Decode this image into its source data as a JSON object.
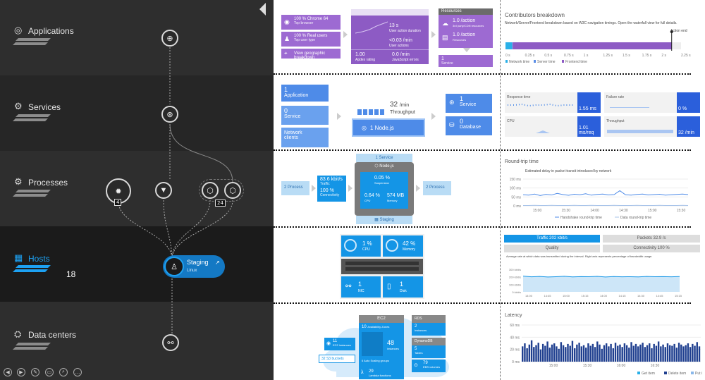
{
  "tiers": [
    {
      "label": "Applications"
    },
    {
      "label": "Services"
    },
    {
      "label": "Processes"
    },
    {
      "label": "Hosts",
      "count": "18"
    },
    {
      "label": "Data centers"
    }
  ],
  "processes": {
    "badge1": "4",
    "badge2": "24"
  },
  "host": {
    "name": "Staging",
    "os": "Linux"
  },
  "icons": {
    "collapse": "caret-left-icon",
    "gear": "gear-icon",
    "globe": "globe-icon",
    "host": "linux-icon"
  },
  "app": {
    "browser": {
      "pct": "100 %",
      "name": "Chrome 64",
      "sub": "Top browser"
    },
    "users": {
      "pct": "100 %",
      "name": "Real users",
      "sub": "Top user type"
    },
    "geo": "View geographic breakdown",
    "duration": {
      "value": "13 s",
      "sub": "User action duration"
    },
    "actions": {
      "value": "<0.03 /min",
      "sub": "User actions"
    },
    "apdex": {
      "value": "1.00",
      "sub": "Apdex rating"
    },
    "errors": {
      "value": "0.0 /min",
      "sub": "JavaScript errors"
    },
    "resources_title": "Resources",
    "res1": {
      "value": "1.0 /action",
      "sub": "3rd party/CDN resources"
    },
    "res2": {
      "value": "1.0 /action",
      "sub": "Resources"
    },
    "service": {
      "value": "1",
      "sub": "Service"
    }
  },
  "contrib": {
    "title": "Contributors breakdown",
    "desc": "Network/Server/Frontend breakdown based on W3C navigation timings. Open the waterfall view for full details.",
    "action_end": "Action end",
    "ticks": [
      "0 s",
      "0.25 s",
      "0.5 s",
      "0.75 s",
      "1 s",
      "1.25 s",
      "1.5 s",
      "1.75 s",
      "2 s",
      "2.25 s"
    ],
    "legend": [
      "Network time",
      "Server time",
      "Frontend time"
    ],
    "network": 0.03,
    "server": 0.003,
    "total": 2.13
  },
  "svc": {
    "application": {
      "value": "1",
      "label": "Application"
    },
    "service": {
      "value": "0",
      "label": "Service"
    },
    "network": {
      "label": "Network clients"
    },
    "throughput": {
      "value": "32",
      "unit": "/min",
      "label": "Throughput"
    },
    "node": "1 Node.js",
    "out_service": {
      "value": "1",
      "label": "Service"
    },
    "database": {
      "value": "0",
      "label": "Database"
    }
  },
  "metrics": {
    "response": {
      "label": "Response time",
      "value": "1.55 ms"
    },
    "failure": {
      "label": "Failure rate",
      "value": "0 %"
    },
    "cpu": {
      "label": "CPU",
      "value": "1.01 ms/req"
    },
    "throughput": {
      "label": "Throughput",
      "value": "32 /min"
    }
  },
  "proc": {
    "in": "2 Process",
    "suspension": {
      "value": "0.05 %",
      "sub": "Suspension"
    },
    "traffic": {
      "value": "83.6 kbit/s",
      "sub": "Traffic"
    },
    "connectivity": {
      "value": "100 %",
      "sub": "Connectivity"
    },
    "cpu": {
      "value": "0.64 %",
      "sub": "CPU"
    },
    "memory": {
      "value": "574 MB",
      "sub": "Memory"
    },
    "top": "1 Service",
    "node": "Node.js",
    "host": "Staging",
    "out": "2 Process"
  },
  "rtt": {
    "title": "Round-trip time",
    "sub": "Estimated delay in packet transit introduced by network",
    "yticks": [
      "150 ms",
      "100 ms",
      "50 ms",
      "0 ms"
    ],
    "xticks": [
      "15:00",
      "15:30",
      "14:00",
      "14:30",
      "15:00",
      "15:30"
    ],
    "legend": [
      "Handshake round-trip time",
      "Data round-trip time"
    ],
    "series": [
      {
        "name": "Handshake round-trip time",
        "values": [
          62,
          60,
          66,
          58,
          64,
          61,
          70,
          63,
          59,
          65,
          62,
          68,
          60,
          64,
          66,
          61,
          63,
          85,
          62,
          60,
          64,
          66,
          61,
          63,
          65,
          60,
          62,
          64,
          66,
          63
        ]
      },
      {
        "name": "Data round-trip time",
        "values": [
          2,
          2,
          3,
          2,
          2,
          3,
          2,
          2,
          2,
          3,
          2,
          2,
          3,
          2,
          2,
          2,
          3,
          2,
          2,
          2,
          3,
          2,
          2,
          2,
          3,
          2,
          2,
          2,
          3,
          2
        ]
      }
    ]
  },
  "host_panel": {
    "cpu": {
      "value": "1 %",
      "label": "CPU"
    },
    "memory": {
      "value": "42 %",
      "label": "Memory"
    },
    "nic": {
      "value": "1",
      "label": "NIC"
    },
    "disk": {
      "value": "1",
      "label": "Disk"
    }
  },
  "traffic": {
    "btn1": "Traffic 202 kbit/s",
    "btn2": "Packets 32.9 /s",
    "btn3": "Quality",
    "btn4": "Connectivity 100 %",
    "desc": "Average rate at which data was transmitted during the interval. Right axis represents percentage of bandwidth usage.",
    "yticks": [
      "300 kbit/s",
      "200 kbit/s",
      "100 kbit/s",
      "0 kbit/s"
    ],
    "xticks": [
      "14:00",
      "14:45",
      "15:00",
      "15:15",
      "14:00",
      "14:15",
      "14:30",
      "14:45",
      "15:15"
    ],
    "values": [
      210,
      200,
      205,
      198,
      202,
      207,
      199,
      203,
      201,
      206,
      198,
      204,
      200,
      202,
      199,
      205,
      201,
      203,
      200,
      204
    ]
  },
  "cloud": {
    "title": "EC2",
    "zones": {
      "value": "10",
      "label": "Availability Zones"
    },
    "lb": {
      "value": "48",
      "label": "instances"
    },
    "ec2": {
      "value": "11",
      "label": "EC2 instances"
    },
    "s3": {
      "value": "32 S3 buckets"
    },
    "scaling": "6 Auto Scaling groups",
    "lambda": {
      "value": "29",
      "label": "Lambda functions"
    },
    "rds": {
      "label": "RDS",
      "value": "2",
      "sub": "Instances"
    },
    "dynamo": {
      "label": "DynamoDB",
      "value": "5",
      "sub": "Tables"
    },
    "ebs": {
      "value": "79",
      "label": "EBS volumes"
    }
  },
  "latency": {
    "title": "Latency",
    "yticks": [
      "60 ms",
      "40 ms",
      "20 ms",
      "0 ms"
    ],
    "xticks": [
      "15:00",
      "15:30",
      "16:00",
      "16:30"
    ],
    "legend": [
      "Get item",
      "Delete item",
      "Put item"
    ],
    "values": [
      25,
      30,
      22,
      28,
      35,
      24,
      27,
      31,
      20,
      29,
      26,
      33,
      23,
      28,
      30,
      25,
      21,
      32,
      27,
      24,
      29,
      26,
      34,
      22,
      28,
      31,
      25,
      27,
      23,
      30,
      26,
      29,
      24,
      33,
      28,
      21,
      27,
      30,
      25,
      29,
      22,
      31,
      26,
      28,
      24,
      30,
      27,
      23,
      32,
      26,
      29,
      25,
      28,
      31,
      24,
      27,
      30,
      22,
      29,
      26,
      33,
      25,
      28,
      24,
      30,
      27,
      26,
      29,
      23,
      31,
      28,
      25,
      27,
      30,
      24,
      29,
      26,
      32,
      25
    ]
  },
  "colors": {
    "purple": "#9d6ad2",
    "blue": "#1495e6",
    "darkblue": "#2b5fdb",
    "serviceblue": "#4e8be8"
  }
}
